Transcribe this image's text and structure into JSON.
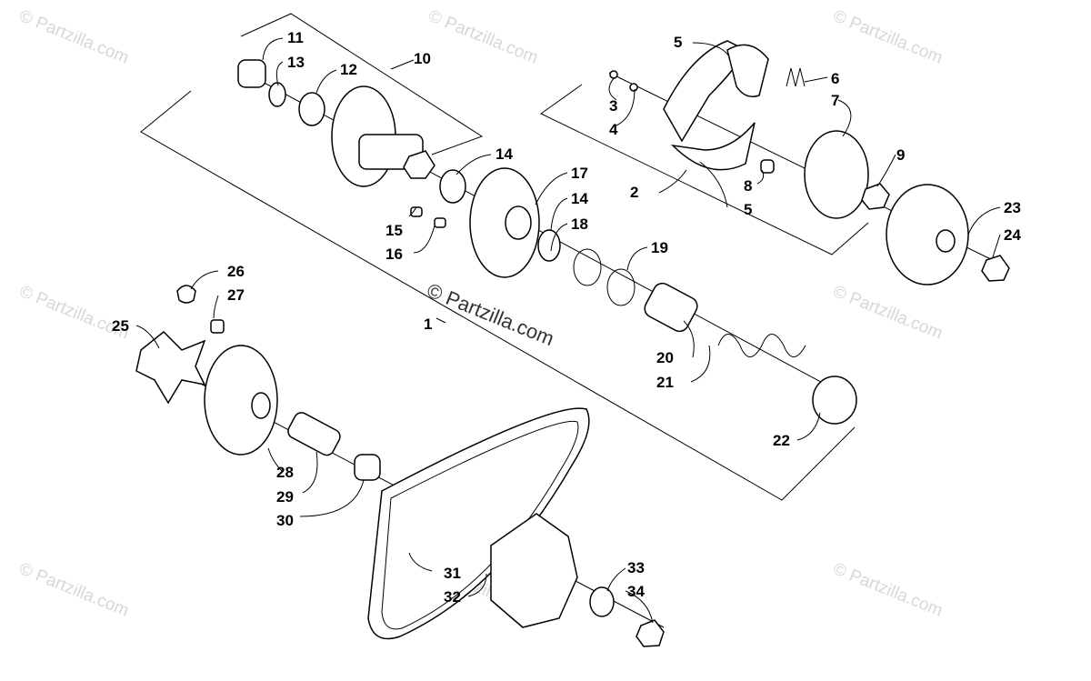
{
  "watermarks": {
    "corner_text": "© Partzilla.com",
    "center_text": "© Partzilla.com"
  },
  "callouts": {
    "c1": "1",
    "c2": "2",
    "c3": "3",
    "c4": "4",
    "c5a": "5",
    "c5b": "5",
    "c6": "6",
    "c7": "7",
    "c8": "8",
    "c9": "9",
    "c10": "10",
    "c11": "11",
    "c12": "12",
    "c13": "13",
    "c14a": "14",
    "c14b": "14",
    "c15": "15",
    "c16": "16",
    "c17": "17",
    "c18": "18",
    "c19": "19",
    "c20": "20",
    "c21": "21",
    "c22": "22",
    "c23": "23",
    "c24": "24",
    "c25": "25",
    "c26": "26",
    "c27": "27",
    "c28": "28",
    "c29": "29",
    "c30": "30",
    "c31": "31",
    "c32": "32",
    "c33": "33",
    "c34": "34"
  },
  "colors": {
    "line": "#000000",
    "watermark": "#d7d7d7",
    "background": "#ffffff"
  }
}
